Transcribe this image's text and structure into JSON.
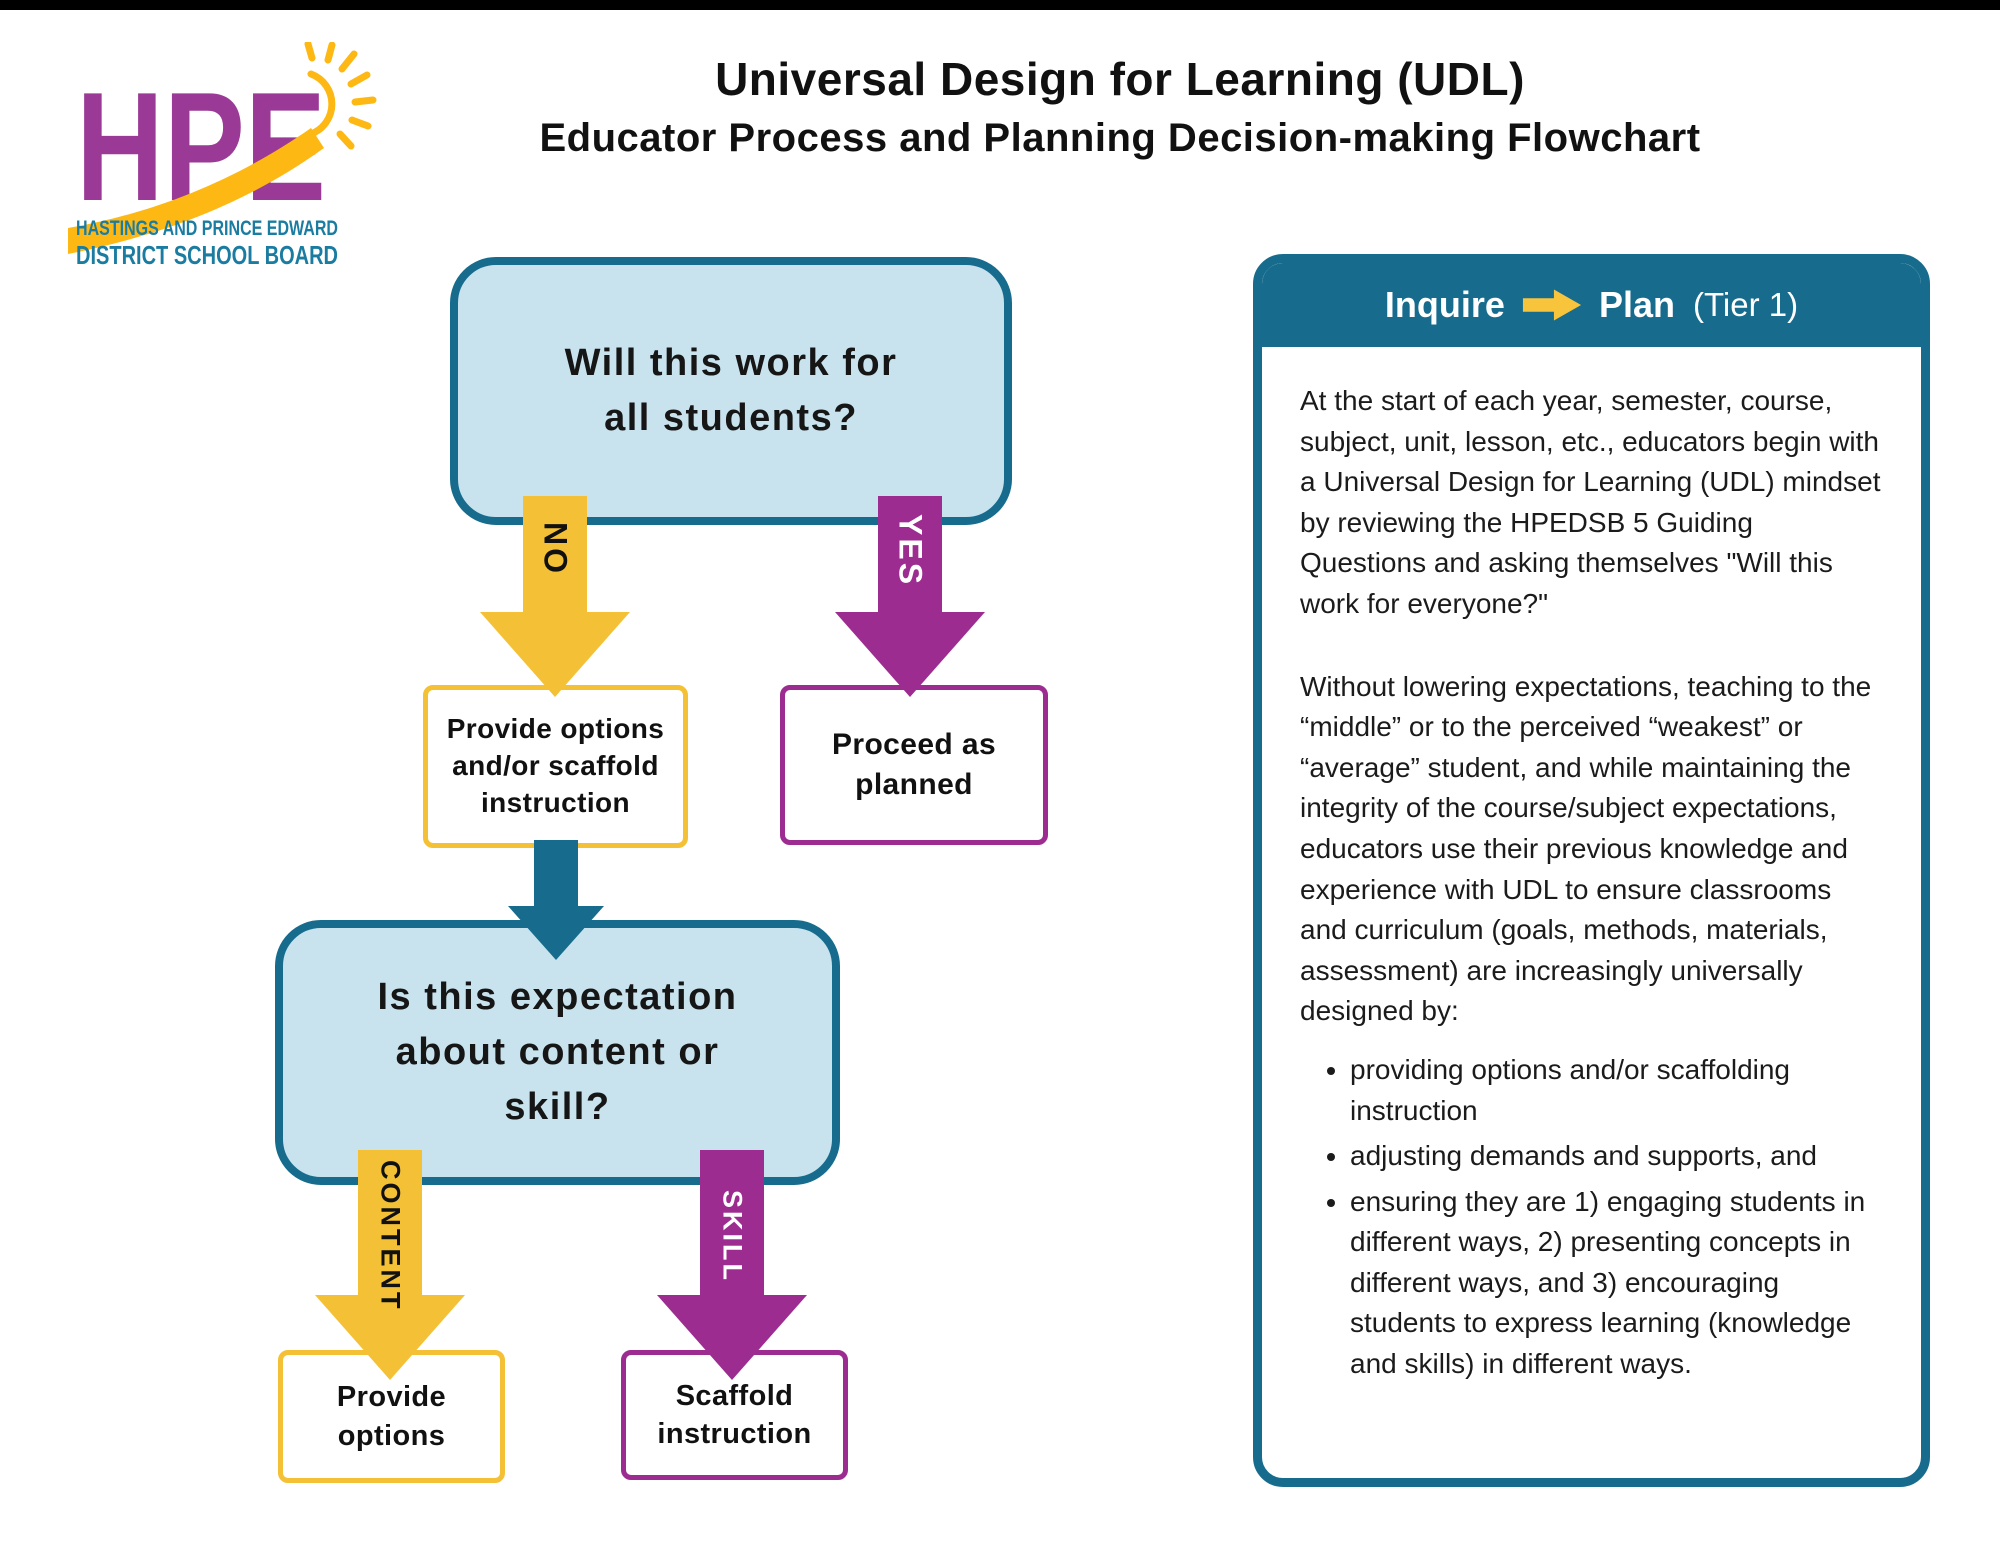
{
  "colors": {
    "teal": "#176C8E",
    "lightblue": "#C9E3EE",
    "yellow": "#F4C136",
    "purple": "#9C2C90",
    "logo-purple": "#9A3A96",
    "logo-teal": "#1B7CA1",
    "logo-yellow": "#FDB814"
  },
  "logo": {
    "acronym": "HPE",
    "org_line1": "HASTINGS AND PRINCE EDWARD",
    "org_line2": "DISTRICT SCHOOL BOARD"
  },
  "header": {
    "title_line1": "Universal Design for Learning (UDL)",
    "title_line2": "Educator Process and Planning Decision-making Flowchart"
  },
  "flowchart": {
    "question1": {
      "line1": "Will this work for",
      "line2": "all students?"
    },
    "no_label": "NO",
    "yes_label": "YES",
    "provide_scaffold": {
      "line1": "Provide options",
      "line2": "and/or scaffold",
      "line3": "instruction"
    },
    "proceed": {
      "line1": "Proceed as",
      "line2": "planned"
    },
    "question2": {
      "line1": "Is this expectation",
      "line2": "about content or",
      "line3": "skill?"
    },
    "content_label": "CONTENT",
    "skill_label": "SKILL",
    "provide_options": {
      "line1": "Provide",
      "line2": "options"
    },
    "scaffold_instruction": {
      "line1": "Scaffold",
      "line2": "instruction"
    }
  },
  "panel": {
    "header": {
      "step1": "Inquire",
      "step2": "Plan",
      "tier": "(Tier 1)"
    },
    "paragraph1": "At the start of each year, semester, course, subject, unit, lesson, etc., educators begin with a Universal Design for Learning (UDL) mindset by reviewing the HPEDSB 5 Guiding Questions and asking themselves \"Will this work for everyone?\"",
    "paragraph2": "Without lowering expectations, teaching to the “middle” or to the perceived “weakest” or “average” student, and while maintaining the integrity of the course/subject expectations, educators use their previous knowledge and experience with UDL to ensure classrooms and curriculum (goals, methods, materials, assessment) are increasingly universally designed by:",
    "bullets": [
      "providing options and/or scaffolding instruction",
      "adjusting demands and supports, and",
      "ensuring they are 1) engaging students in different ways, 2) presenting concepts in different ways, and 3) encouraging students to express learning (knowledge and skills) in different ways."
    ]
  }
}
